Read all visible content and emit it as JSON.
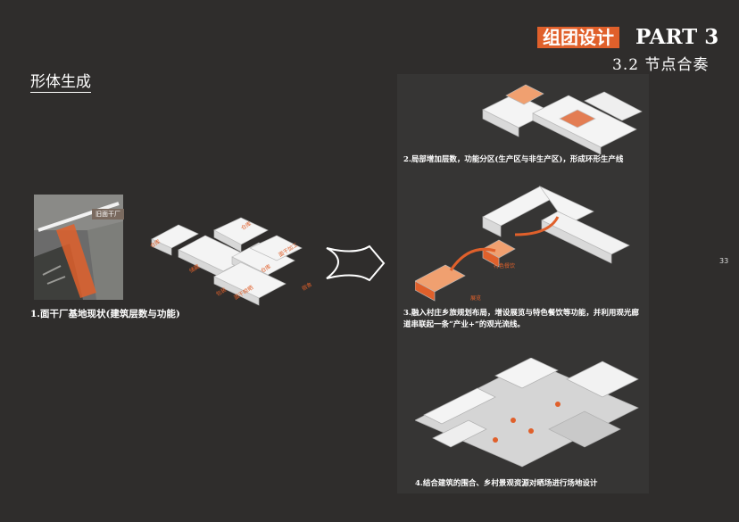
{
  "header": {
    "tag": "组团设计",
    "part": "PART 3",
    "subtitle": "3.2 节点合奏"
  },
  "section_title": "形体生成",
  "page_number": "33",
  "site": {
    "photo_label": "旧面干厂",
    "caption": "1.面干厂基地现状(建筑层数与功能)",
    "building_tags": [
      "仓库",
      "储藏",
      "仓库",
      "面干加工",
      "仓库",
      "面干晾晒",
      "包装",
      "宿舍"
    ]
  },
  "steps": [
    {
      "caption": "2.局部增加层数，功能分区(生产区与非生产区)，形成环形生产线"
    },
    {
      "caption": "3.融入村庄乡旅规划布局，增设展览与特色餐饮等功能，并利用观光廊道串联起一条“产业+”的观光流线。",
      "tags": [
        "特色餐饮",
        "展览"
      ]
    },
    {
      "caption": "4.结合建筑的围合、乡村景观资源对晒场进行场地设计"
    }
  ],
  "colors": {
    "accent": "#e0602b",
    "background": "#2f2d2c",
    "panel": "#363534"
  }
}
